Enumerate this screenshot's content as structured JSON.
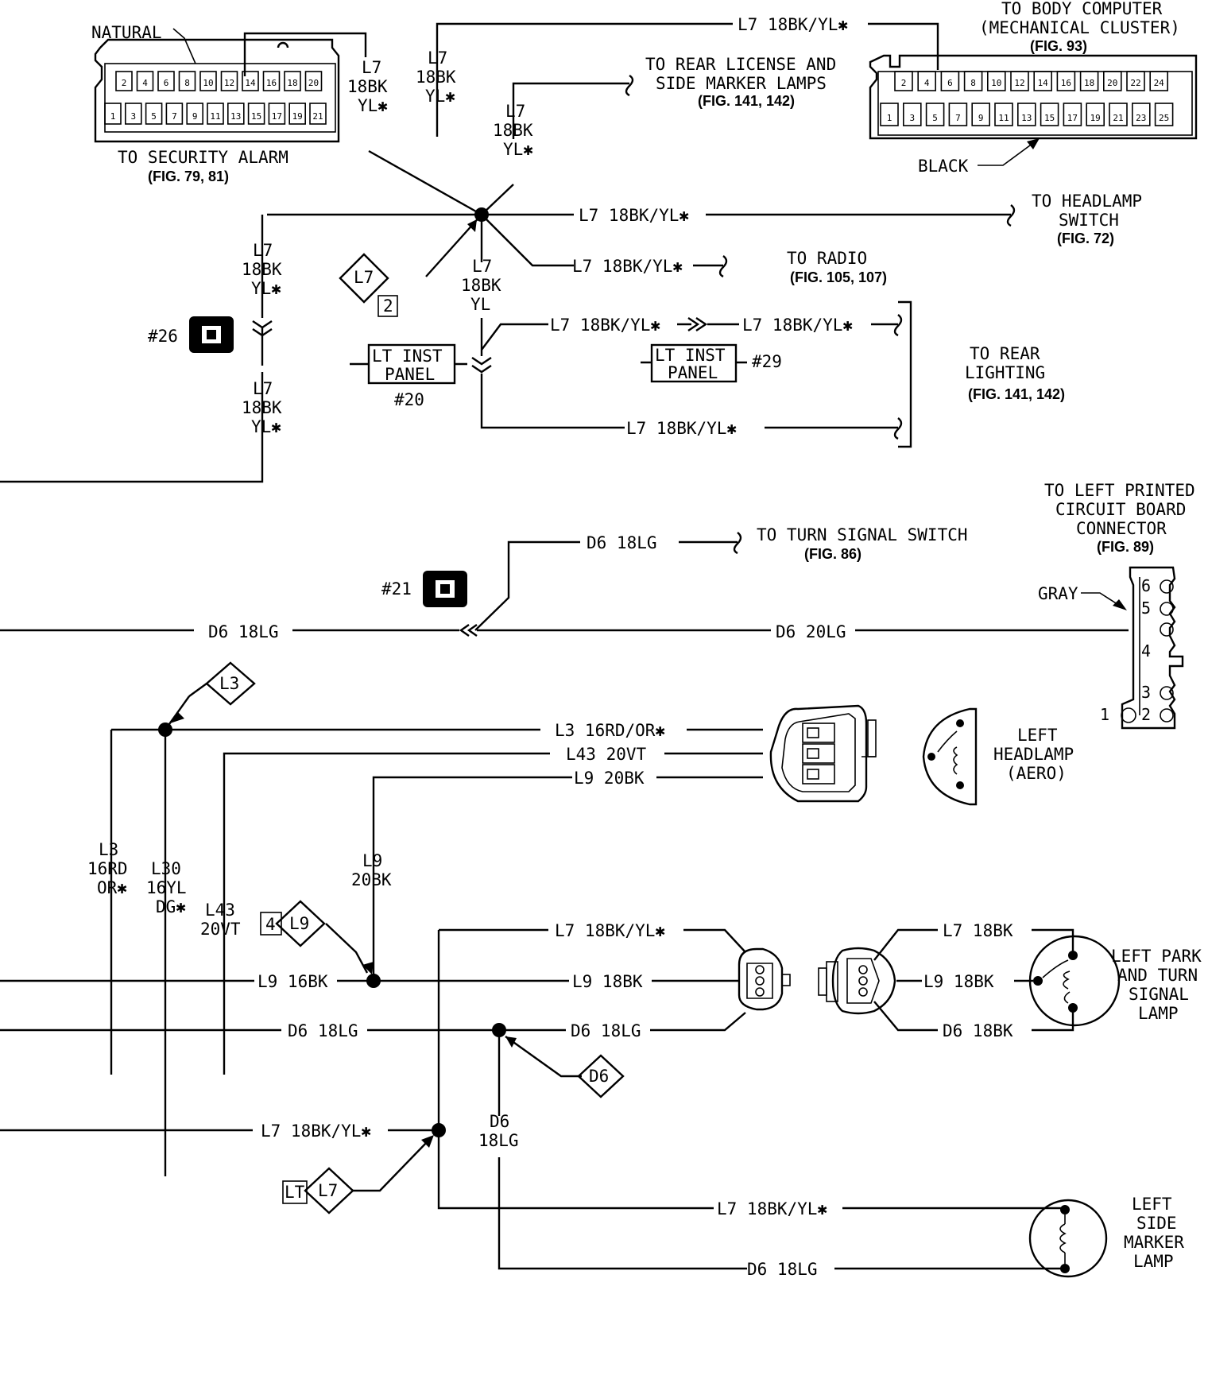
{
  "connectors": {
    "security_alarm": {
      "color_label": "NATURAL",
      "label": "TO SECURITY ALARM",
      "fig": "(FIG. 79, 81)",
      "pins_top": [
        "2",
        "4",
        "6",
        "8",
        "10",
        "12",
        "14",
        "16",
        "18",
        "20"
      ],
      "pins_bottom": [
        "1",
        "3",
        "5",
        "7",
        "9",
        "11",
        "13",
        "15",
        "17",
        "19",
        "21"
      ]
    },
    "body_computer": {
      "label_line1": "TO BODY COMPUTER",
      "label_line2": "(MECHANICAL CLUSTER)",
      "fig": "(FIG. 93)",
      "color_label": "BLACK",
      "pins_top": [
        "2",
        "4",
        "6",
        "8",
        "10",
        "12",
        "14",
        "16",
        "18",
        "20",
        "22",
        "24"
      ],
      "pins_bottom": [
        "1",
        "3",
        "5",
        "7",
        "9",
        "11",
        "13",
        "15",
        "17",
        "19",
        "21",
        "23",
        "25"
      ]
    },
    "left_pcb": {
      "label_line1": "TO LEFT PRINTED",
      "label_line2": "CIRCUIT BOARD",
      "label_line3": "CONNECTOR",
      "fig": "(FIG. 89)",
      "color_label": "GRAY",
      "pins": [
        "6",
        "5",
        "4",
        "3",
        "2",
        "1"
      ]
    }
  },
  "destinations": {
    "rear_license": {
      "line1": "TO REAR LICENSE AND",
      "line2": "SIDE MARKER LAMPS",
      "fig": "(FIG. 141, 142)"
    },
    "headlamp_switch": {
      "line1": "TO HEADLAMP",
      "line2": "SWITCH",
      "fig": "(FIG. 72)"
    },
    "radio": {
      "line1": "TO RADIO",
      "fig": "(FIG. 105, 107)"
    },
    "rear_lighting": {
      "line1": "TO REAR",
      "line2": "LIGHTING",
      "fig": "(FIG. 141, 142)"
    },
    "turn_signal": {
      "line1": "TO TURN SIGNAL SWITCH",
      "fig": "(FIG. 86)"
    }
  },
  "wires": {
    "l7_main": "L7 18BK/YL✱",
    "l7_v1": "L7",
    "l7_v2": "18BK",
    "l7_v3": "YL✱",
    "l7_v3_plain": "YL",
    "d6_18lg": "D6 18LG",
    "d6_20lg": "D6 20LG",
    "d6_v1": "D6",
    "d6_v2": "18LG",
    "l3_main": "L3 16RD/OR✱",
    "l43_main": "L43 20VT",
    "l9_20bk": "L9 20BK",
    "l9_16bk": "L9 16BK",
    "l9_18bk": "L9 18BK",
    "l7_18bk": "L7 18BK",
    "d6_18bk": "D6 18BK",
    "l3_v": [
      "L3",
      "16RD",
      "OR✱"
    ],
    "l30_v": [
      "L30",
      "16YL",
      "DG✱"
    ],
    "l43_v": [
      "L43",
      "20VT"
    ],
    "l9_v": [
      "L9",
      "20BK"
    ]
  },
  "splices": {
    "s26": "#26",
    "s21": "#21",
    "s20": "#20",
    "s29": "#29"
  },
  "inline_boxes": {
    "lt_inst_panel_line1": "LT INST",
    "lt_inst_panel_line2": "PANEL",
    "lt": "LT"
  },
  "diamonds": {
    "l7": "L7",
    "l7_sub": "2",
    "l3": "L3",
    "l9": "L9",
    "l9_pre": "4",
    "d6": "D6"
  },
  "components": {
    "left_headlamp": [
      "LEFT",
      "HEADLAMP",
      "(AERO)"
    ],
    "left_park_turn": [
      "LEFT PARK",
      "AND TURN",
      "SIGNAL",
      "LAMP"
    ],
    "left_side_marker": [
      "LEFT",
      "SIDE",
      "MARKER",
      "LAMP"
    ]
  }
}
